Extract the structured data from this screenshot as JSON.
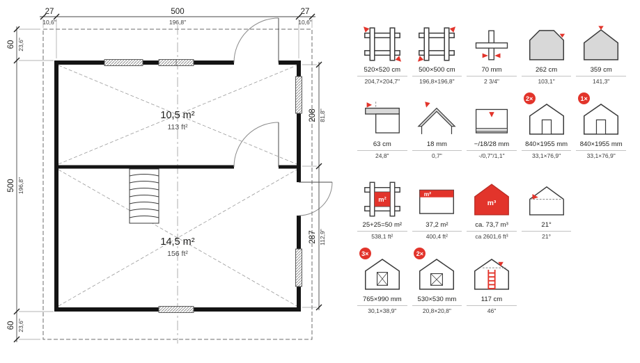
{
  "colors": {
    "accent": "#e2342b",
    "ink": "#1d1d1b",
    "gray_fill": "#d8d8d8"
  },
  "floorplan": {
    "dim_top": [
      {
        "cm": "27",
        "inch": "10,6\""
      },
      {
        "cm": "500",
        "inch": "196,8\""
      },
      {
        "cm": "27",
        "inch": "10,6\""
      }
    ],
    "dim_left": [
      {
        "cm": "60",
        "inch": "23,6\""
      },
      {
        "cm": "500",
        "inch": "196,8\""
      },
      {
        "cm": "60",
        "inch": "23,6\""
      }
    ],
    "dim_right": [
      {
        "cm": "208",
        "inch": "81,8\""
      },
      {
        "cm": "287",
        "inch": "112,9\""
      }
    ],
    "rooms": [
      {
        "area": "10,5 m²",
        "area_alt": "113 ft²"
      },
      {
        "area": "14,5 m²",
        "area_alt": "156 ft²"
      }
    ]
  },
  "legend": {
    "items": [
      {
        "value": "520×520 cm",
        "alt": "204,7×204,7\""
      },
      {
        "value": "500×500 cm",
        "alt": "196,8×196,8\""
      },
      {
        "value": "70 mm",
        "alt": "2 3/4\""
      },
      {
        "value": "262 cm",
        "alt": "103,1\""
      },
      {
        "value": "359 cm",
        "alt": "141,3\""
      },
      {
        "value": "63 cm",
        "alt": "24,8\""
      },
      {
        "value": "18 mm",
        "alt": "0,7\""
      },
      {
        "value": "−/18/28 mm",
        "alt": "-/0,7\"/1,1\""
      },
      {
        "badge": "2×",
        "value": "840×1955 mm",
        "alt": "33,1×76,9\""
      },
      {
        "badge": "1×",
        "value": "840×1955 mm",
        "alt": "33,1×76,9\""
      },
      {
        "unit": "m²",
        "value": "25+25=50 m²",
        "alt": "538,1 ft²"
      },
      {
        "unit": "m²",
        "value": "37,2 m²",
        "alt": "400,4 ft²"
      },
      {
        "unit": "m³",
        "value": "ca. 73,7 m³",
        "alt": "ca 2601,6 ft³"
      },
      {
        "value": "21°",
        "alt": "21°"
      },
      {
        "badge": "3×",
        "value": "765×990 mm",
        "alt": "30,1×38,9\""
      },
      {
        "badge": "2×",
        "value": "530×530 mm",
        "alt": "20,8×20,8\""
      },
      {
        "value": "117 cm",
        "alt": "46\""
      }
    ]
  }
}
